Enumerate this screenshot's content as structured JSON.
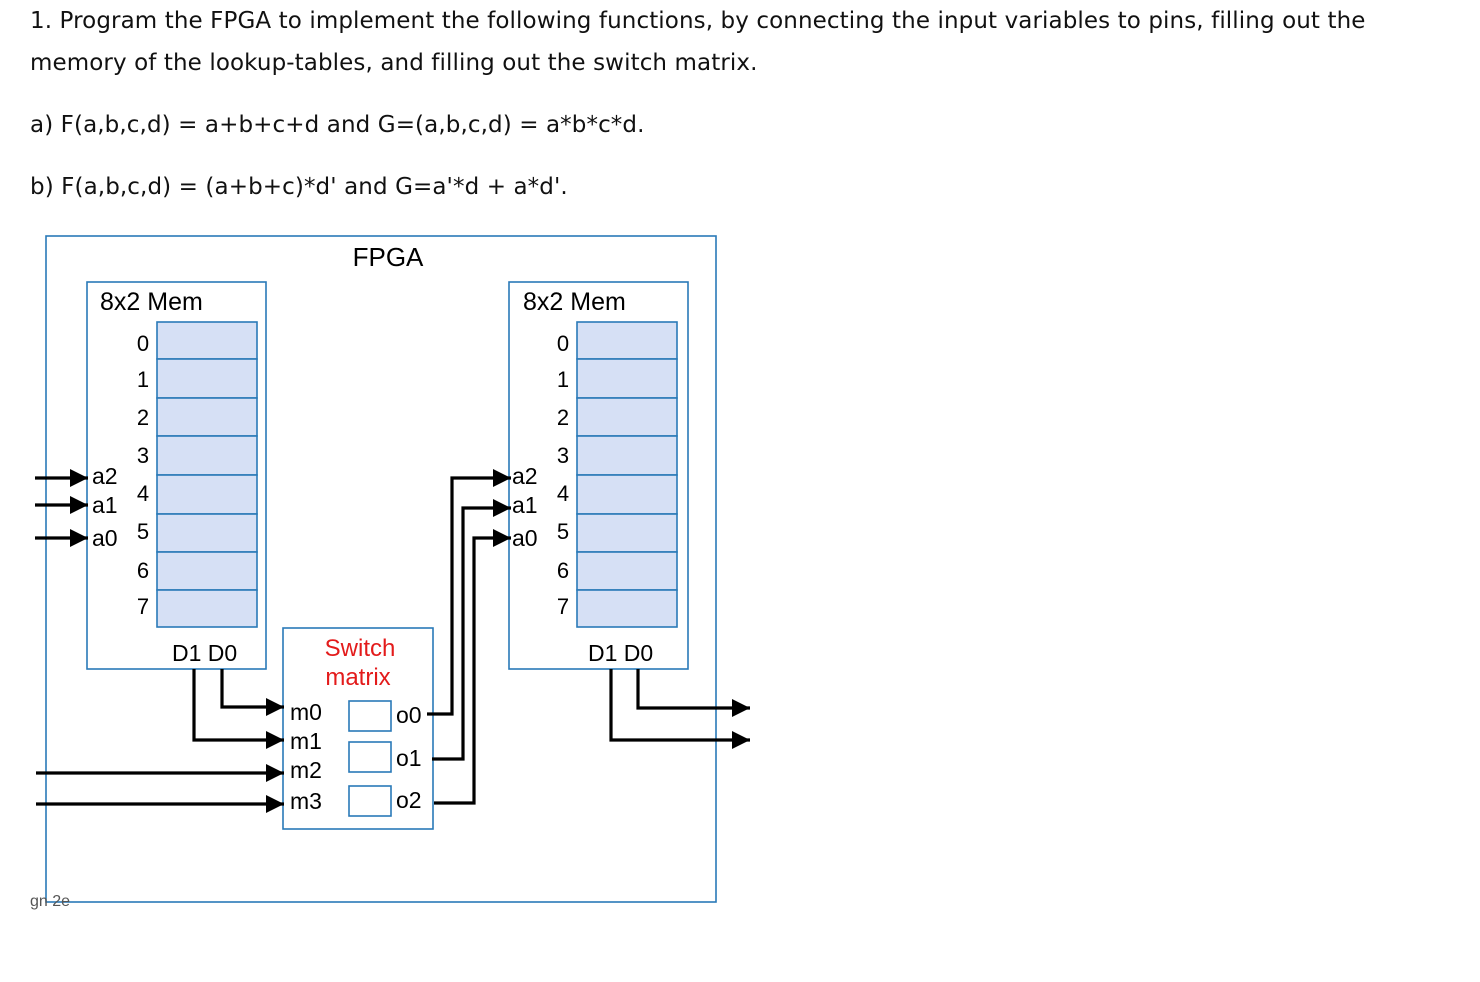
{
  "question": {
    "main": "1. Program the FPGA to implement the following functions, by connecting the input variables to pins, filling out the memory of the lookup-tables, and filling out the switch matrix.",
    "part_a": "a) F(a,b,c,d) = a+b+c+d and G=(a,b,c,d) = a*b*c*d.",
    "part_b": "b) F(a,b,c,d) = (a+b+c)*d' and G=a'*d + a*d'."
  },
  "diagram": {
    "title": "FPGA",
    "mem_left": {
      "label": "8x2 Mem",
      "rows": [
        "0",
        "1",
        "2",
        "3",
        "4",
        "5",
        "6",
        "7"
      ],
      "addr": [
        "a2",
        "a1",
        "a0"
      ],
      "data": "D1 D0"
    },
    "mem_right": {
      "label": "8x2 Mem",
      "rows": [
        "0",
        "1",
        "2",
        "3",
        "4",
        "5",
        "6",
        "7"
      ],
      "addr": [
        "a2",
        "a1",
        "a0"
      ],
      "data": "D1 D0"
    },
    "switch": {
      "title_line1": "Switch",
      "title_line2": "matrix",
      "inputs": [
        "m0",
        "m1",
        "m2",
        "m3"
      ],
      "outputs": [
        "o0",
        "o1",
        "o2"
      ]
    },
    "corner_label": "gn 2e",
    "colors": {
      "box_border": "#2a7ab8",
      "cell_fill": "#d6e0f5",
      "switch_title": "#e31b1b",
      "wire": "#000000"
    }
  }
}
